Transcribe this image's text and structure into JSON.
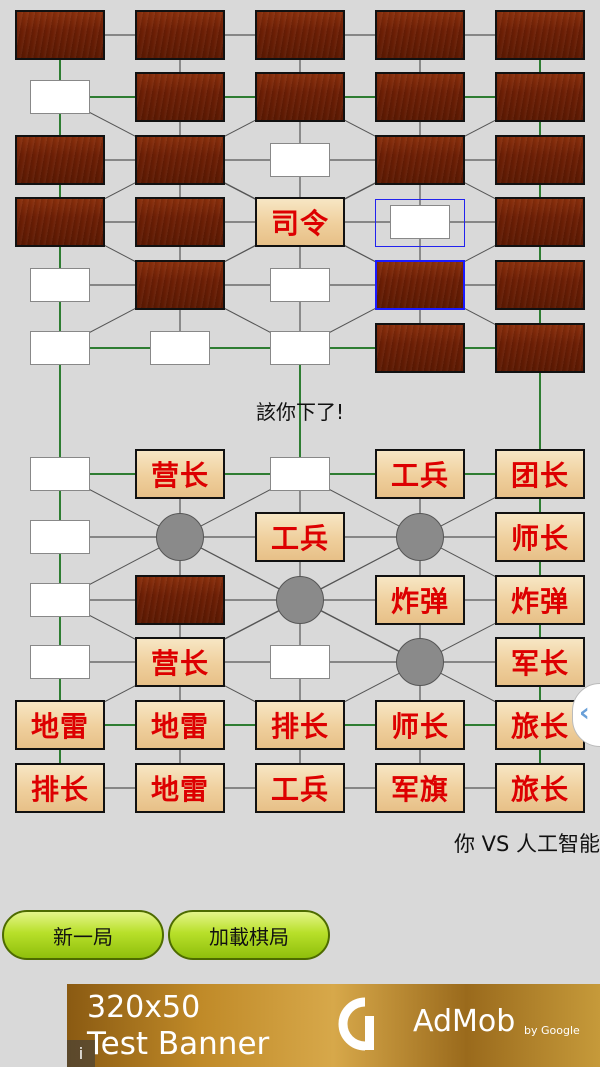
{
  "status_message": "該你下了!",
  "vs_label": "你 VS 人工智能",
  "buttons": {
    "new_game": "新一局",
    "load_game": "加載棋局"
  },
  "ad": {
    "size_label": "320x50",
    "banner_label": "Test Banner",
    "brand": "AdMob",
    "by_label": "by Google",
    "info_glyph": "i"
  },
  "side_tab_glyph": "‹",
  "colors": {
    "background": "#d9d9d9",
    "piece_text": "#dd0000",
    "selection": "#1a1aff",
    "rail": "#2e7d32",
    "road": "#555555",
    "button": "#b8e02a"
  },
  "board": {
    "top_rows": [
      [
        "hidden",
        "hidden",
        "hidden",
        "hidden",
        "hidden"
      ],
      [
        "empty",
        "hidden",
        "hidden",
        "hidden",
        "hidden"
      ],
      [
        "hidden",
        "hidden",
        "empty",
        "hidden",
        "hidden"
      ],
      [
        "hidden",
        "hidden",
        "司令",
        "empty",
        "hidden"
      ],
      [
        "empty",
        "hidden",
        "empty",
        "hidden",
        "hidden"
      ],
      [
        "empty",
        "empty",
        "empty",
        "hidden",
        "hidden"
      ]
    ],
    "bottom_rows": [
      [
        "empty",
        "营长",
        "empty",
        "工兵",
        "团长"
      ],
      [
        "empty",
        "camp",
        "工兵",
        "camp",
        "师长"
      ],
      [
        "empty",
        "hidden",
        "camp",
        "炸弹",
        "炸弹"
      ],
      [
        "empty",
        "营长",
        "empty",
        "camp",
        "军长"
      ],
      [
        "地雷",
        "地雷",
        "排长",
        "师长",
        "旅长"
      ],
      [
        "排长",
        "地雷",
        "工兵",
        "军旗",
        "旅长"
      ]
    ],
    "selected_cells": [
      [
        3,
        3
      ],
      [
        4,
        3
      ]
    ]
  }
}
